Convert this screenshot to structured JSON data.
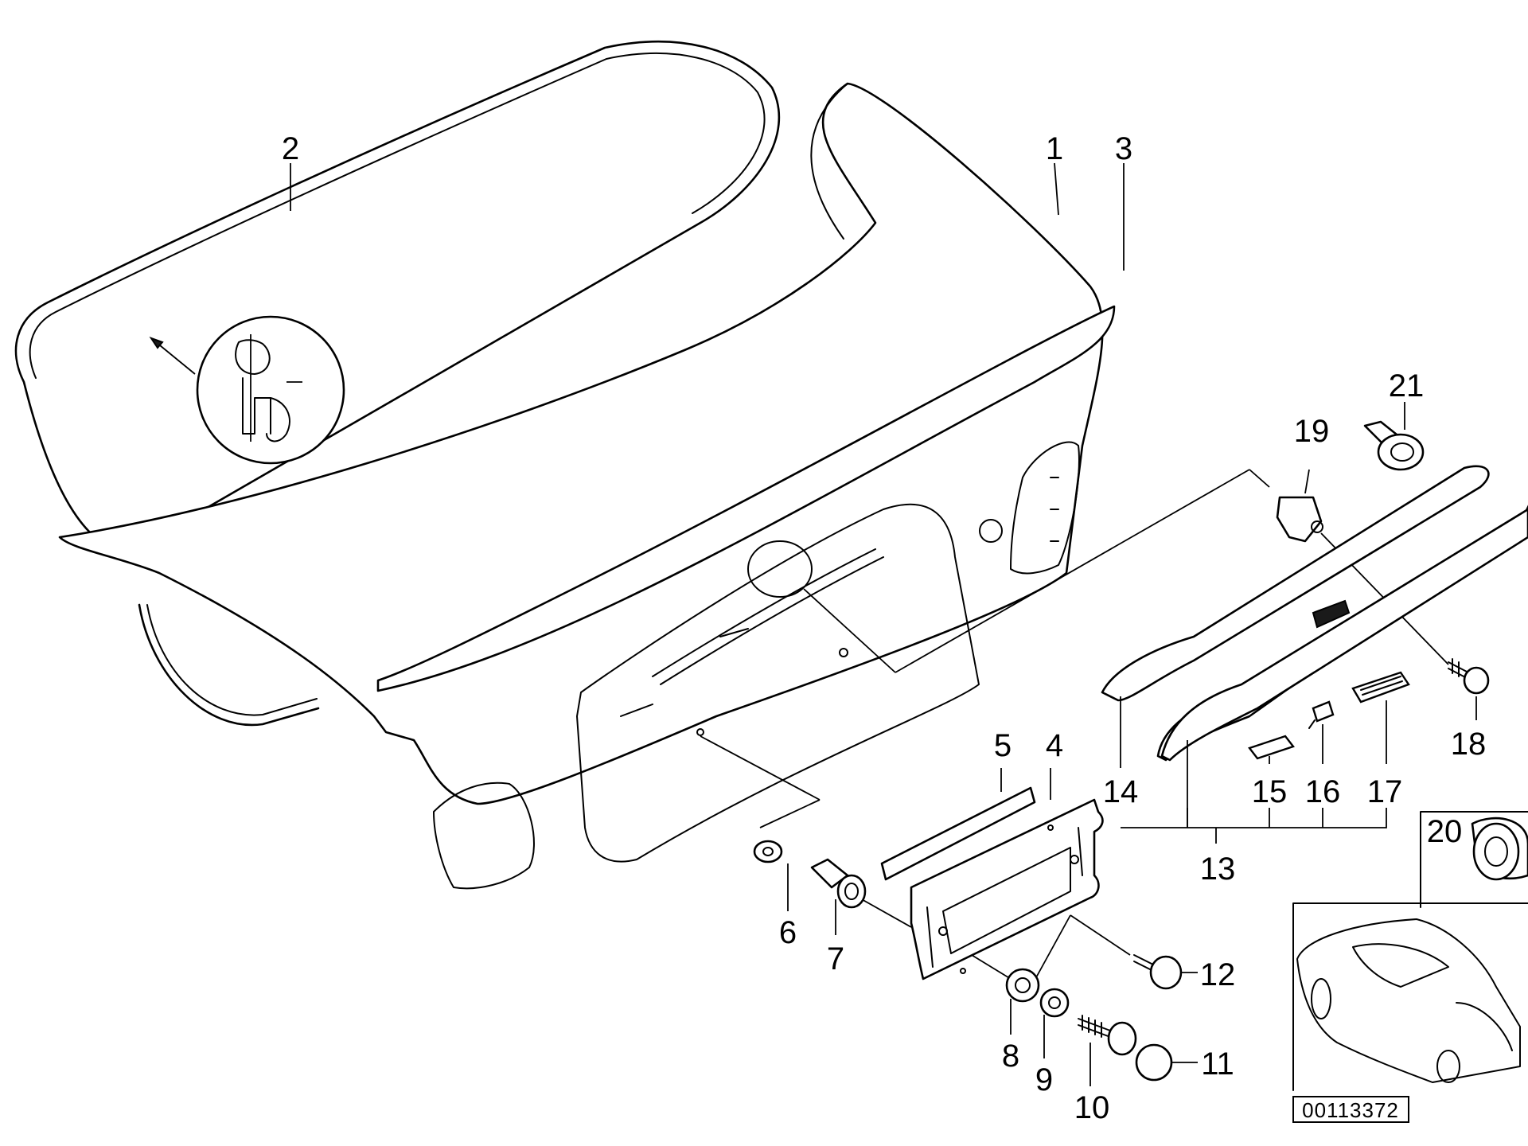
{
  "callouts": [
    {
      "id": "1",
      "label": "1"
    },
    {
      "id": "2",
      "label": "2"
    },
    {
      "id": "3",
      "label": "3"
    },
    {
      "id": "4",
      "label": "4"
    },
    {
      "id": "5",
      "label": "5"
    },
    {
      "id": "6",
      "label": "6"
    },
    {
      "id": "7",
      "label": "7"
    },
    {
      "id": "8",
      "label": "8"
    },
    {
      "id": "9",
      "label": "9"
    },
    {
      "id": "10",
      "label": "10"
    },
    {
      "id": "11",
      "label": "11"
    },
    {
      "id": "12",
      "label": "12"
    },
    {
      "id": "13",
      "label": "13"
    },
    {
      "id": "14",
      "label": "14"
    },
    {
      "id": "15",
      "label": "15"
    },
    {
      "id": "16",
      "label": "16"
    },
    {
      "id": "17",
      "label": "17"
    },
    {
      "id": "18",
      "label": "18"
    },
    {
      "id": "19",
      "label": "19"
    },
    {
      "id": "20",
      "label": "20"
    },
    {
      "id": "21",
      "label": "21"
    }
  ],
  "document_number": "00113372",
  "colors": {
    "line": "#000000",
    "background": "#ffffff"
  }
}
